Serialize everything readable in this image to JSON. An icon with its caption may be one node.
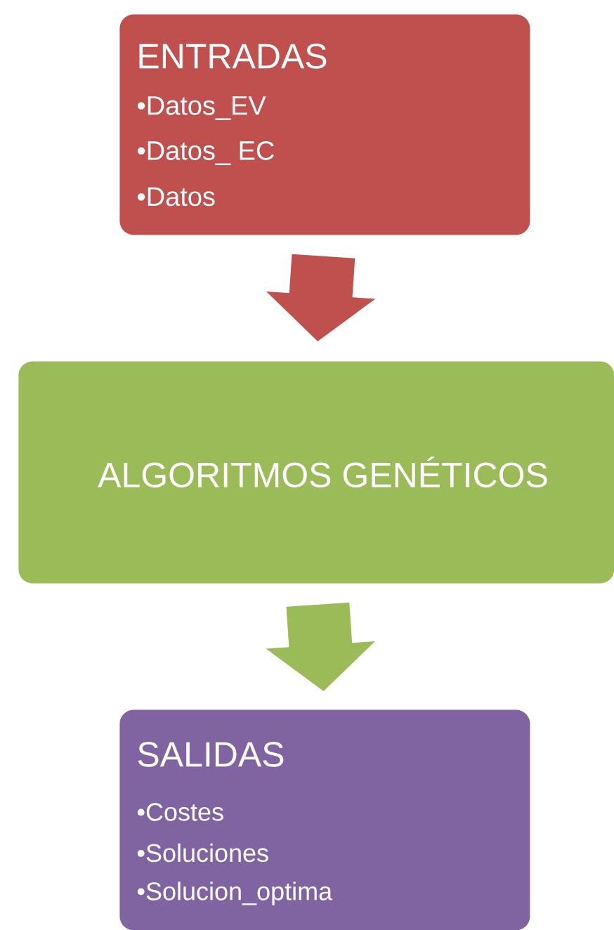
{
  "diagram": {
    "nodes": [
      {
        "text": [
          "ENTRADAS",
          "•Datos_EV",
          "•Datos_ EC",
          "•Datos"
        ]
      },
      {
        "text": [
          "ALGORITMOS GENÉTICOS"
        ]
      },
      {
        "text": [
          "SALIDAS",
          "•Costes",
          "•Soluciones",
          "•Solucion_optima"
        ]
      }
    ],
    "edges": [
      {
        "from": 0,
        "to": 1,
        "arrow": "to",
        "color": "#c0504d"
      },
      {
        "from": 1,
        "to": 2,
        "arrow": "to",
        "color": "#9bbb59"
      }
    ]
  }
}
